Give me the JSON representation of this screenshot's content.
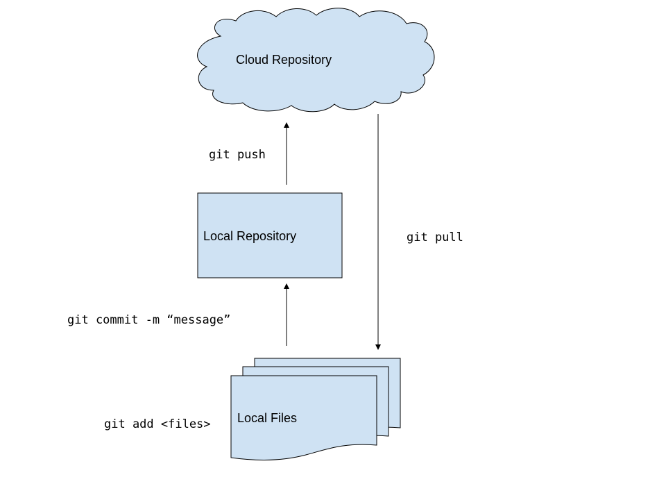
{
  "diagram": {
    "fill_color": "#cfe2f3",
    "stroke_color": "#000000",
    "nodes": {
      "cloud": "Cloud Repository",
      "local_repo": "Local Repository",
      "local_files": "Local Files"
    },
    "edges": {
      "push": "git push",
      "pull": "git pull",
      "commit": "git commit -m “message”",
      "add": "git add <files>"
    }
  }
}
